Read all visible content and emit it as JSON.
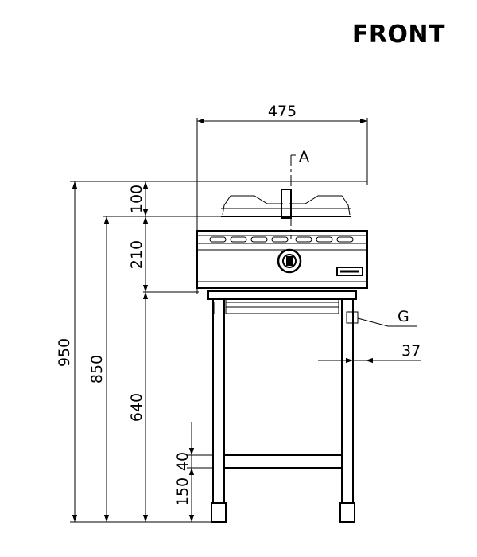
{
  "title": "FRONT",
  "dims": {
    "width": "475",
    "top_height": "100",
    "body_height": "210",
    "total": "950",
    "work": "850",
    "stand": "640",
    "shelf": "40",
    "foot": "150",
    "offset": "37"
  },
  "labels": {
    "section": "A",
    "gas": "G"
  }
}
